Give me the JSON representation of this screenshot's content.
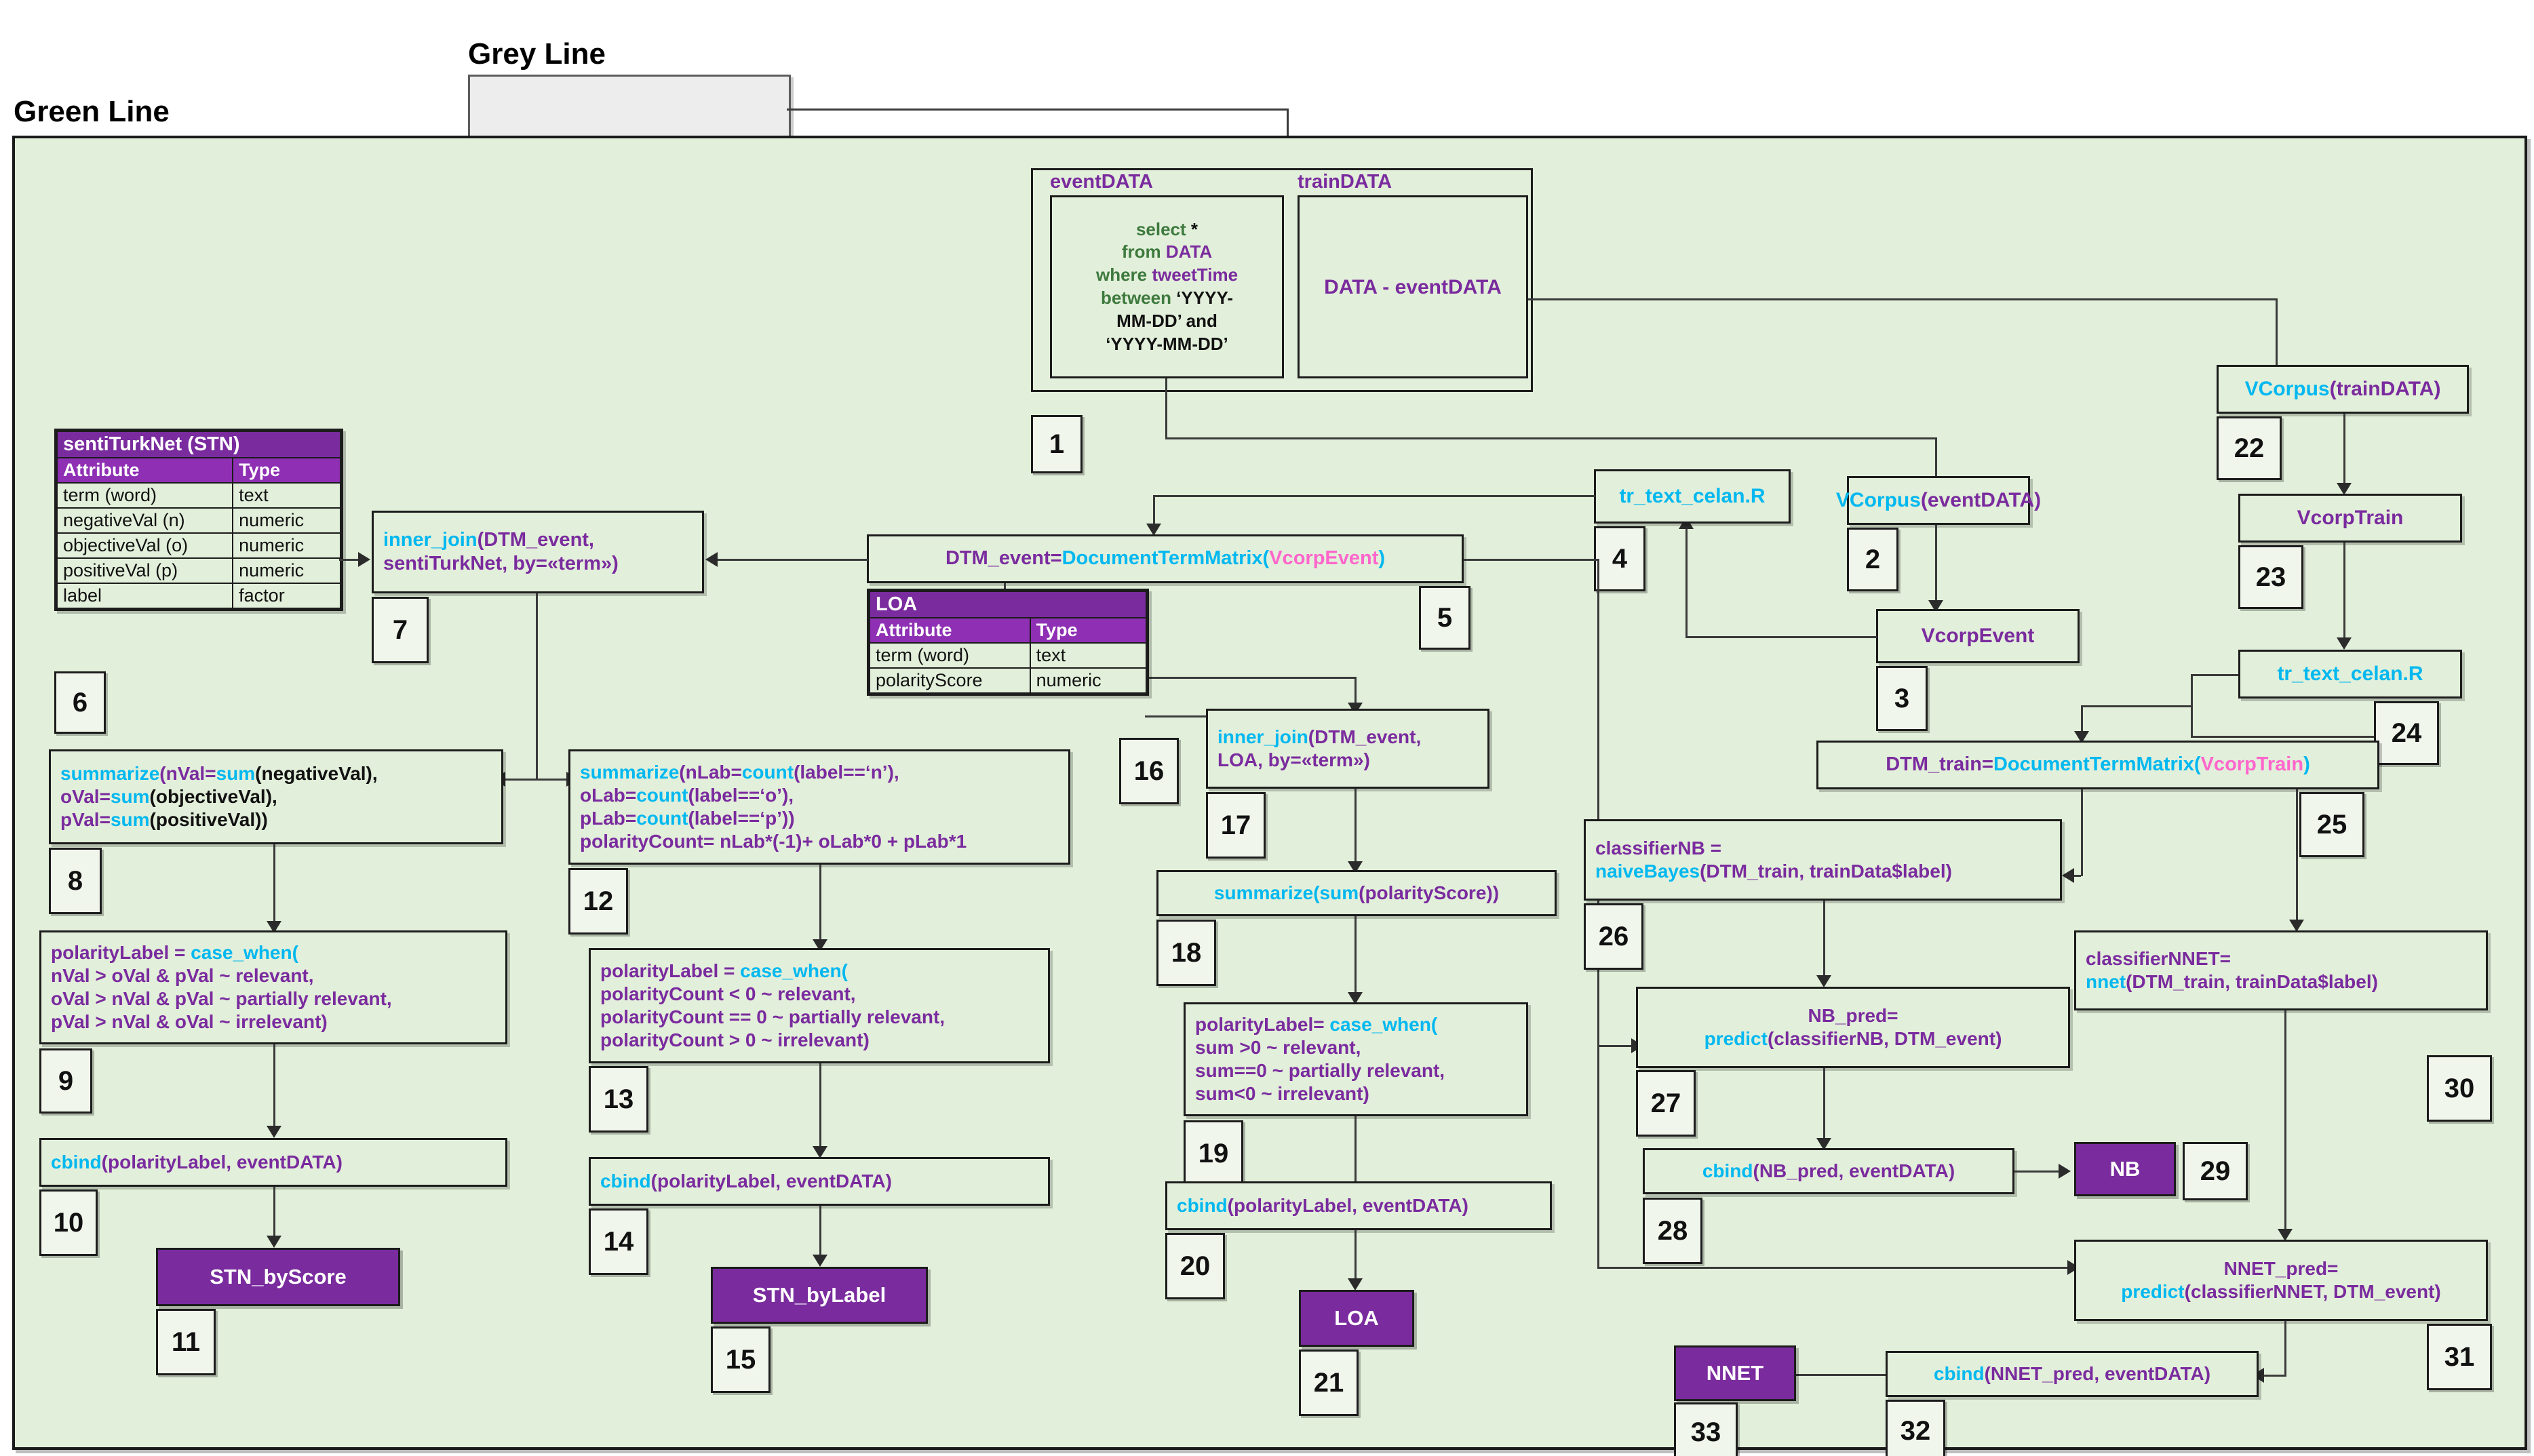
{
  "areas": {
    "green_label": "Green Line",
    "grey_label": "Grey Line"
  },
  "entities": {
    "stn": {
      "title": "sentiTurkNet (STN)",
      "headers": [
        "Attribute",
        "Type"
      ],
      "rows": [
        [
          "term (word)",
          "text"
        ],
        [
          "negativeVal (n)",
          "numeric"
        ],
        [
          "objectiveVal (o)",
          "numeric"
        ],
        [
          "positiveVal (p)",
          "numeric"
        ],
        [
          "label",
          "factor"
        ]
      ]
    },
    "loa": {
      "title": "LOA",
      "headers": [
        "Attribute",
        "Type"
      ],
      "rows": [
        [
          "term (word)",
          "text"
        ],
        [
          "polarityScore",
          "numeric"
        ]
      ]
    }
  },
  "source_block": {
    "eventdata_label": "eventDATA",
    "traindata_label": "trainDATA",
    "query_lines": [
      {
        "kw": "select",
        "rest": " *"
      },
      {
        "kw": "from",
        "rest": " DATA"
      },
      {
        "kw": "where",
        "rest": " tweetTime"
      },
      {
        "kw": "between",
        "rest": " ‘YYYY-"
      },
      {
        "kw": "",
        "rest": "MM-DD’ and"
      },
      {
        "kw": "",
        "rest": "‘YYYY-MM-DD’"
      }
    ],
    "traindata_expr": "DATA - eventDATA"
  },
  "nodes": {
    "n1": {
      "tag": "1"
    },
    "n2": {
      "tag": "2",
      "fn": "VCorpus",
      "arg": "(eventDATA)"
    },
    "n3": {
      "tag": "3",
      "text": "VcorpEvent"
    },
    "n4": {
      "tag": "4",
      "text": "tr_text_celan.R"
    },
    "n5": {
      "tag": "5",
      "lhs": "DTM_event=",
      "fn": "DocumentTermMatrix",
      "arg": "VcorpEvent"
    },
    "n6": {
      "tag": "6"
    },
    "n7": {
      "tag": "7",
      "line1_fn": "inner_join",
      "line1_rest": "(DTM_event,",
      "line2": "sentiTurkNet, by=«term»)"
    },
    "n8": {
      "tag": "8",
      "l1fn": "summarize",
      "l1a": "(nVal=",
      "l1fn2": "sum",
      "l1b": "(negativeVal),",
      "l2v": "oVal=",
      "l2fn": "sum",
      "l2b": "(objectiveVal),",
      "l3v": "pVal=",
      "l3fn": "sum",
      "l3b": "(positiveVal))"
    },
    "n9": {
      "tag": "9",
      "l1v": "polarityLabel = ",
      "l1fn": "case_when(",
      "l2": "nVal > oVal & pVal ~ relevant,",
      "l3": "oVal > nVal & pVal ~ partially relevant,",
      "l4": "pVal > nVal & oVal ~ irrelevant)"
    },
    "n10": {
      "tag": "10",
      "fn": "cbind",
      "arg": "(polarityLabel, eventDATA)"
    },
    "n11": {
      "tag": "11",
      "text": "STN_byScore"
    },
    "n12": {
      "tag": "12",
      "l1fn": "summarize",
      "l1a": "(nLab=",
      "l1fn2": "count",
      "l1b": "(label==‘n’),",
      "l2v": "oLab=",
      "l2fn": "count",
      "l2b": "(label==‘o’),",
      "l3v": "pLab=",
      "l3fn": "count",
      "l3b": "(label==‘p’))",
      "l4": "polarityCount= nLab*(-1)+ oLab*0 + pLab*1"
    },
    "n13": {
      "tag": "13",
      "l1v": "polarityLabel = ",
      "l1fn": "case_when(",
      "l2": "polarityCount < 0 ~ relevant,",
      "l3": "polarityCount == 0 ~ partially relevant,",
      "l4": "polarityCount > 0 ~ irrelevant)"
    },
    "n14": {
      "tag": "14",
      "fn": "cbind",
      "arg": "(polarityLabel, eventDATA)"
    },
    "n15": {
      "tag": "15",
      "text": "STN_byLabel"
    },
    "n16": {
      "tag": "16"
    },
    "n17": {
      "tag": "17",
      "line1_fn": "inner_join",
      "line1_rest": "(DTM_event,",
      "line2": "LOA, by=«term»)"
    },
    "n18": {
      "tag": "18",
      "fn": "summarize",
      "fn2": "(sum",
      "arg": "(polarityScore))"
    },
    "n19": {
      "tag": "19",
      "l1v": "polarityLabel=  ",
      "l1fn": "case_when(",
      "l2": "sum >0 ~ relevant,",
      "l3": "sum==0 ~ partially relevant,",
      "l4": "sum<0 ~ irrelevant)"
    },
    "n20": {
      "tag": "20",
      "fn": "cbind",
      "arg": "(polarityLabel, eventDATA)"
    },
    "n21": {
      "tag": "21",
      "text": "LOA"
    },
    "n22": {
      "tag": "22",
      "fn": "VCorpus",
      "arg": "(trainDATA)"
    },
    "n23": {
      "tag": "23",
      "text": "VcorpTrain"
    },
    "n24": {
      "tag": "24",
      "text": "tr_text_celan.R"
    },
    "n25": {
      "tag": "25",
      "lhs": "DTM_train=",
      "fn": "DocumentTermMatrix",
      "arg": "VcorpTrain"
    },
    "n26": {
      "tag": "26",
      "l1": "classifierNB =",
      "l2fn": "naiveBayes",
      "l2rest": "(DTM_train, trainData$label)"
    },
    "n27": {
      "tag": "27",
      "l1": "NB_pred=",
      "l2fn": "predict",
      "l2rest": "(classifierNB, DTM_event)"
    },
    "n28": {
      "tag": "28",
      "fn": "cbind",
      "arg": "(NB_pred, eventDATA)"
    },
    "n29": {
      "tag": "29",
      "text": "NB"
    },
    "n30": {
      "tag": "30",
      "l1": "classifierNNET=",
      "l2fn": "nnet",
      "l2rest": "(DTM_train, trainData$label)"
    },
    "n31": {
      "tag": "31",
      "l1": "NNET_pred=",
      "l2fn": "predict",
      "l2rest": "(classifierNNET, DTM_event)"
    },
    "n32": {
      "tag": "32",
      "fn": "cbind",
      "arg": "(NNET_pred, eventDATA)"
    },
    "n33": {
      "tag": "33",
      "text": "NNET"
    }
  },
  "colors": {
    "green_area": "#e2efda",
    "grey_area": "#ededed",
    "purple": "#7A2B9E",
    "fn_cyan": "#00B8F0",
    "var_purple": "#7A2B9E",
    "pink": "#FF66CC",
    "sql_green": "#3E7A3E"
  }
}
